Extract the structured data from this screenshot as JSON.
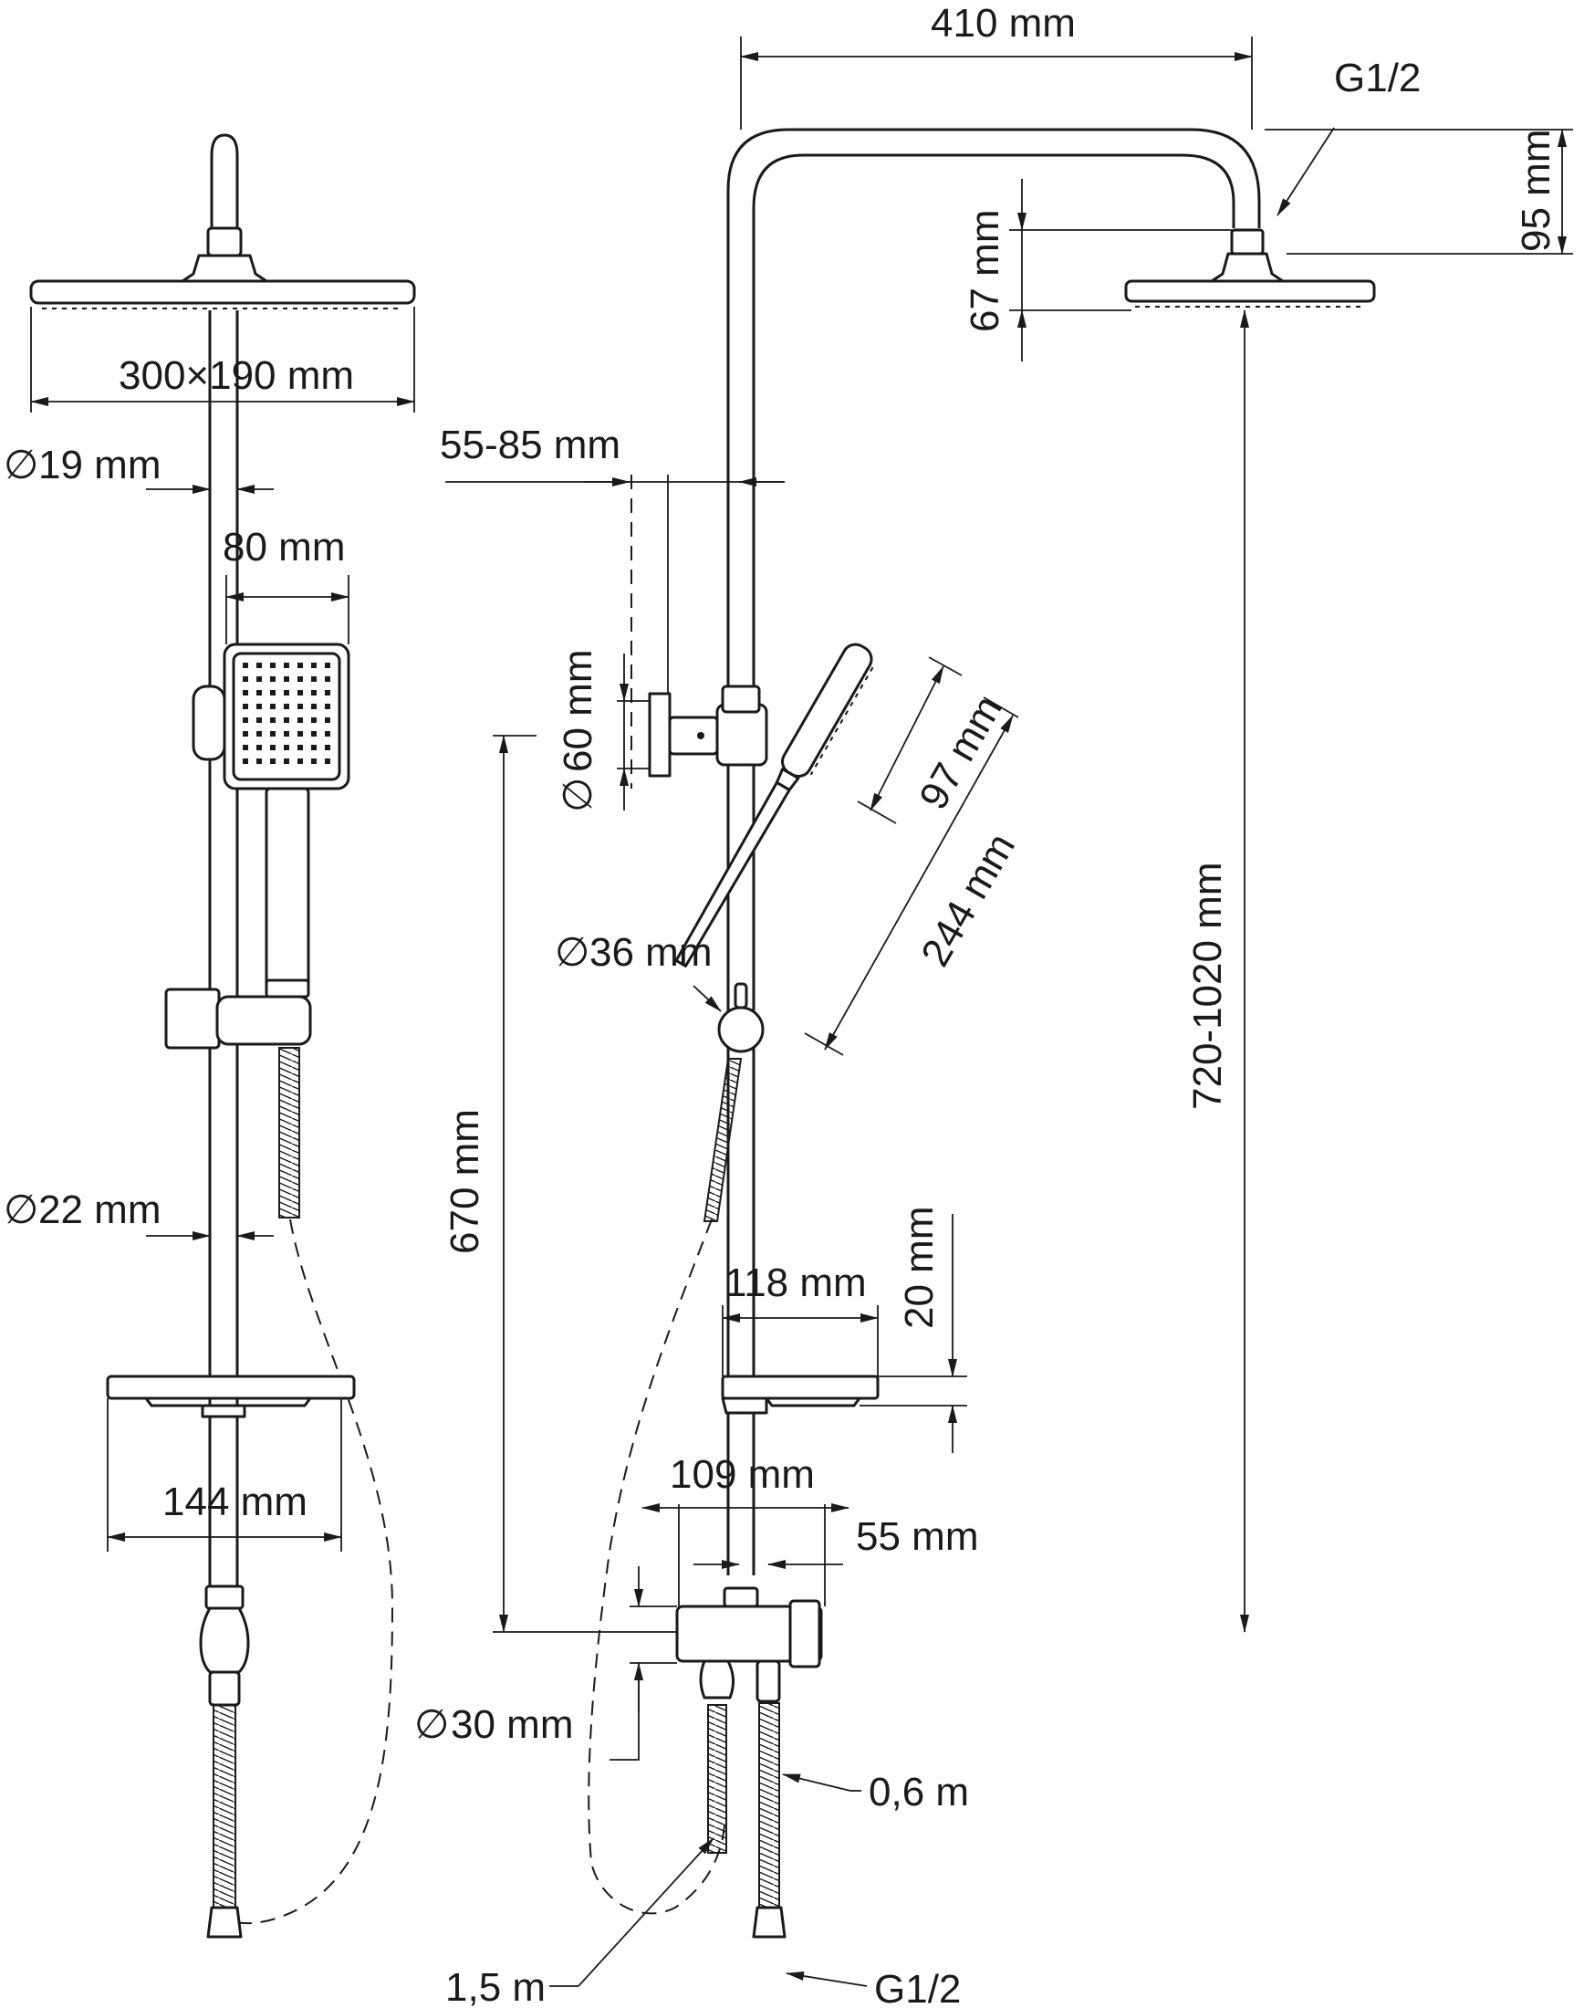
{
  "left_view": {
    "head_size": "300×190 mm",
    "arm_diameter": "19 mm",
    "hand_shower_width": "80 mm",
    "rail_diameter": "22 mm",
    "shelf_width": "144 mm"
  },
  "right_view": {
    "arm_reach": "410 mm",
    "thread_top": "G1/2",
    "arm_drop": "95 mm",
    "head_height": "67 mm",
    "bracket_offset": "55-85 mm",
    "bracket_diameter": "60 mm",
    "hand_head_length": "97 mm",
    "hand_total_length": "244 mm",
    "holder_diameter": "36 mm",
    "rail_height": "670 mm",
    "total_height": "720-1020 mm",
    "shelf_depth": "118 mm",
    "shelf_thickness": "20 mm",
    "mixer_width": "109 mm",
    "outlet_offset": "55 mm",
    "mixer_diameter": "30 mm",
    "inlet_hose_length": "0,6 m",
    "shower_hose_length": "1,5 m",
    "thread_bottom": "G1/2"
  }
}
